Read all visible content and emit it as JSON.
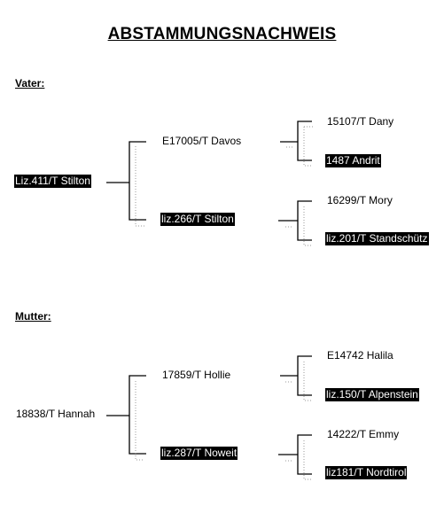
{
  "title": "ABSTAMMUNGSNACHWEIS",
  "vater": {
    "label": "Vater:",
    "root": "Liz.411/T Stilton",
    "parent_top": "E17005/T Davos",
    "parent_bottom": "liz.266/T Stilton",
    "gp_1": "15107/T Dany",
    "gp_2": "1487 Andrit",
    "gp_3": "16299/T Mory",
    "gp_4": "liz.201/T Standschütz"
  },
  "mutter": {
    "label": "Mutter:",
    "root": "18838/T Hannah",
    "parent_top": "17859/T Hollie",
    "parent_bottom": "liz.287/T Noweit",
    "gp_1": "E14742 Halila",
    "gp_2": "liz.150/T Alpenstein",
    "gp_3": "14222/T Emmy",
    "gp_4": "liz181/T Nordtirol"
  }
}
